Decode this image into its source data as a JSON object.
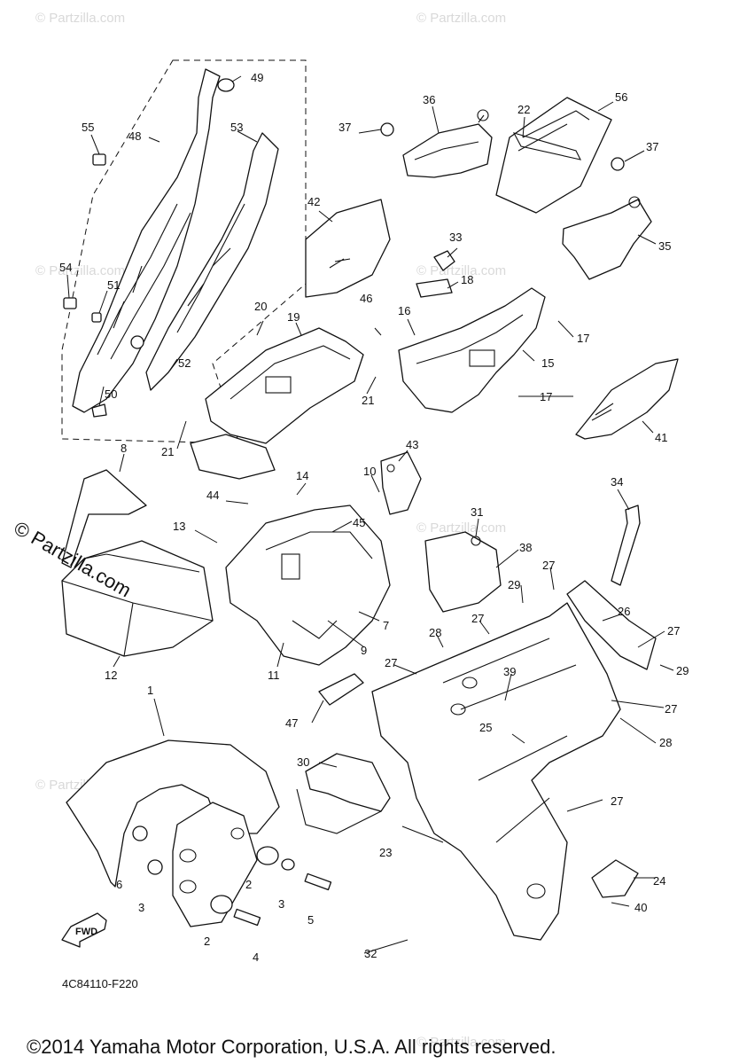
{
  "diagram": {
    "callouts": [
      "1",
      "2",
      "2",
      "3",
      "3",
      "4",
      "5",
      "6",
      "7",
      "8",
      "9",
      "10",
      "11",
      "12",
      "13",
      "14",
      "15",
      "16",
      "17",
      "17",
      "18",
      "19",
      "20",
      "21",
      "21",
      "22",
      "23",
      "24",
      "25",
      "26",
      "27",
      "27",
      "27",
      "27",
      "27",
      "27",
      "28",
      "28",
      "29",
      "29",
      "30",
      "31",
      "32",
      "33",
      "34",
      "35",
      "36",
      "37",
      "37",
      "38",
      "39",
      "40",
      "41",
      "42",
      "43",
      "44",
      "45",
      "46",
      "47",
      "48",
      "49",
      "50",
      "51",
      "52",
      "53",
      "54",
      "55",
      "56"
    ],
    "diagram_code": "4C84110-F220",
    "fwd_label": "FWD",
    "watermark": "© Partzilla.com",
    "copyright": "©2014 Yamaha Motor Corporation, U.S.A. All rights reserved."
  }
}
